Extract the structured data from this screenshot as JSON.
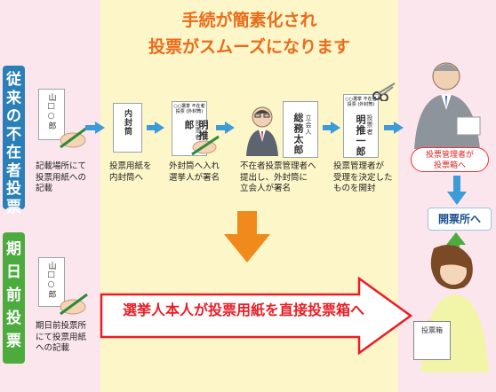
{
  "headline": {
    "line1": "手続が簡素化され",
    "line2": "投票がスムーズになります"
  },
  "sections": {
    "top": "従来の不在者投票",
    "bottom": "期日前投票"
  },
  "top_steps": [
    {
      "caption": [
        "記載場所にて",
        "投票用紙への",
        "記載"
      ],
      "paper": "山□○郎"
    },
    {
      "caption": [
        "投票用紙を",
        "内封筒へ"
      ],
      "paper": "内封筒"
    },
    {
      "caption": [
        "外封筒へ入れ",
        "選挙人が署名"
      ],
      "paper_top": "○○選挙 不在者投票 (外封筒)",
      "paper_name": "明推一郎",
      "paper_label": "投票者"
    },
    {
      "caption": [
        "不在者投票管理者へ",
        "提出し、外封筒に",
        "立会人が署名"
      ],
      "paper": "総務太郎",
      "paper_label": "立会人"
    },
    {
      "caption": [
        "投票管理者が",
        "受理を決定した",
        "ものを開封"
      ],
      "paper_top": "○○選挙 不在者投票 (外封筒)",
      "paper_name": "明推一郎",
      "paper_label": "投票者"
    }
  ],
  "badge": {
    "line1": "投票管理者が",
    "line2": "投票箱へ"
  },
  "count_label": "開票所へ",
  "bottom_step": {
    "caption": [
      "期日前投票所",
      "にて投票用紙",
      "への記載"
    ],
    "paper": "山□○郎"
  },
  "big_arrow_label": "選挙人本人が投票用紙を直接投票箱へ",
  "ballot_box_label": "投票箱",
  "colors": {
    "blue": "#2a7fb9",
    "green": "#4cab3d",
    "orange": "#ea6c1d",
    "red": "#ea1d24",
    "panel": "#fdf6c8"
  }
}
